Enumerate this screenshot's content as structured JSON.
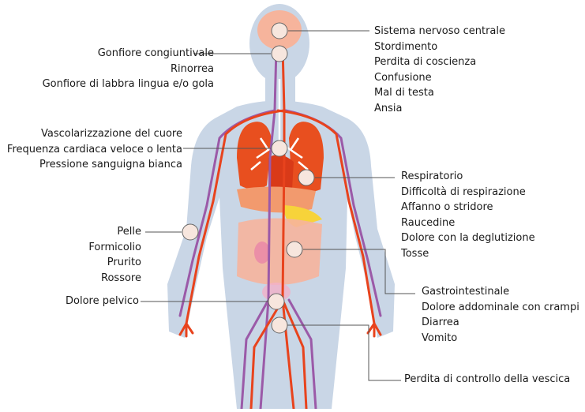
{
  "colors": {
    "silhouette": "#c9d6e6",
    "artery": "#e8431d",
    "vein": "#9b5aa8",
    "organ_main": "#e84f1f",
    "organ_light": "#f6b49c",
    "marker_fill": "#f7e6de",
    "leader_line": "#555555"
  },
  "groups": [
    {
      "id": "nervous",
      "lines": [
        "Sistema nervoso centrale",
        "Stordimento",
        "Perdita di coscienza",
        "Confusione",
        "Mal di testa",
        "Ansia"
      ]
    },
    {
      "id": "face",
      "lines": [
        "Gonfiore congiuntivale",
        "Rinorrea",
        "Gonfiore di labbra lingua e/o gola"
      ]
    },
    {
      "id": "heart",
      "lines": [
        "Vascolarizzazione del cuore",
        "Frequenza cardiaca veloce o lenta",
        "Pressione sanguigna bianca"
      ]
    },
    {
      "id": "respiratory",
      "lines": [
        "Respiratorio",
        "Difficoltà di respirazione",
        "Affanno o stridore",
        "Raucedine",
        "Dolore con la deglutizione",
        "Tosse"
      ]
    },
    {
      "id": "skin",
      "lines": [
        "Pelle",
        "Formicolio",
        "Prurito",
        "Rossore"
      ]
    },
    {
      "id": "gastro",
      "lines": [
        "Gastrointestinale",
        "Dolore addominale con crampi",
        "Diarrea",
        "Vomito"
      ]
    },
    {
      "id": "pelvic",
      "lines": [
        "Dolore pelvico"
      ]
    },
    {
      "id": "bladder",
      "lines": [
        "Perdita di controllo della vescica"
      ]
    }
  ]
}
